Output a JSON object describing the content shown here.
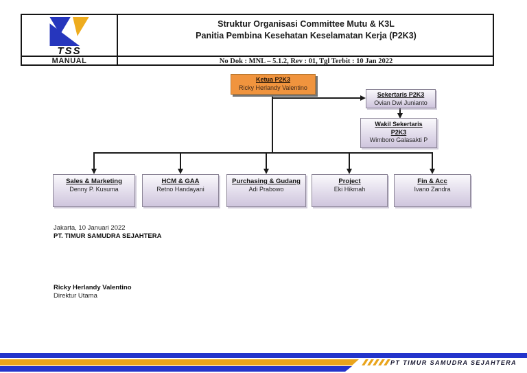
{
  "header": {
    "logo": {
      "text": "TSS",
      "label": "MANUAL",
      "blue": "#2636bd",
      "yellow": "#eeac1e"
    },
    "title_line1": "Struktur Organisasi Committee Mutu & K3L",
    "title_line2": "Panitia Pembina Kesehatan Keselamatan Kerja (P2K3)",
    "doc_line": "No Dok : MNL – 5.1.2, Rev : 01, Tgl Terbit : 10 Jan 2022"
  },
  "org_chart": {
    "ketua": {
      "title": "Ketua P2K3",
      "name": "Ricky Herlandy Valentino",
      "fill": "#f0943e"
    },
    "sekertaris": {
      "title": "Sekertaris P2K3",
      "name": "Ovian Dwi Junianto"
    },
    "wakil": {
      "title_line1": "Wakil Sekertaris",
      "title_line2": "P2K3",
      "name": "Wimboro Galasakti  P"
    },
    "departments": [
      {
        "title": "Sales & Marketing",
        "name": "Denny P. Kusuma"
      },
      {
        "title": "HCM & GAA",
        "name": "Retno Handayani"
      },
      {
        "title": "Purchasing & Gudang",
        "name": "Adi Prabowo"
      },
      {
        "title": "Project",
        "name": "Eki Hikmah"
      },
      {
        "title": "Fin & Acc",
        "name": "Ivano Zandra"
      }
    ],
    "box_fill_light": "#faf9fc",
    "box_fill_dark": "#cfc5dd"
  },
  "signature": {
    "place_date": "Jakarta, 10 Januari 2022",
    "company": "PT. TIMUR SAMUDRA SEJAHTERA",
    "name": "Ricky Herlandy Valentino",
    "role": "Direktur Utama"
  },
  "footer": {
    "company": "PT TIMUR SAMUDRA SEJAHTERA",
    "blue": "#2334cb",
    "yellow": "#e9a41c"
  }
}
